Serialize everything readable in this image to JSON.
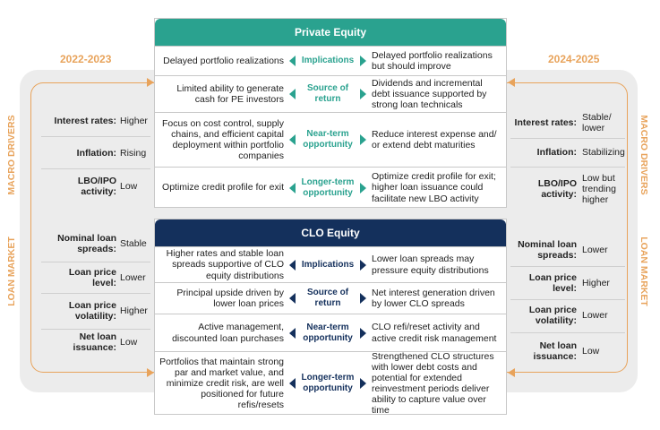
{
  "periods": {
    "left": "2022-2023",
    "right": "2024-2025"
  },
  "side_labels": {
    "macro": "MACRO DRIVERS",
    "loan": "LOAN MARKET"
  },
  "left_drivers": [
    {
      "label": "Interest rates:",
      "value": "Higher"
    },
    {
      "label": "Inflation:",
      "value": "Rising"
    },
    {
      "label": "LBO/IPO activity:",
      "value": "Low"
    },
    {
      "label": "Nominal loan spreads:",
      "value": "Stable"
    },
    {
      "label": "Loan price level:",
      "value": "Lower"
    },
    {
      "label": "Loan price volatility:",
      "value": "Higher"
    },
    {
      "label": "Net loan issuance:",
      "value": "Low"
    }
  ],
  "right_drivers": [
    {
      "label": "Interest rates:",
      "value": "Stable/ lower"
    },
    {
      "label": "Inflation:",
      "value": "Stabilizing"
    },
    {
      "label": "LBO/IPO activity:",
      "value": "Low but trending higher"
    },
    {
      "label": "Nominal loan spreads:",
      "value": "Lower"
    },
    {
      "label": "Loan price level:",
      "value": "Higher"
    },
    {
      "label": "Loan price volatility:",
      "value": "Lower"
    },
    {
      "label": "Net loan issuance:",
      "value": "Low"
    }
  ],
  "private_equity": {
    "title": "Private Equity",
    "rows": [
      {
        "left": "Delayed portfolio realizations",
        "center": "Implications",
        "right": "Delayed portfolio realizations but should improve"
      },
      {
        "left": "Limited ability to generate cash for PE investors",
        "center": "Source of return",
        "right": "Dividends and incremental debt issuance supported by strong loan technicals"
      },
      {
        "left": "Focus on cost control, supply chains, and efficient capital deployment within portfolio companies",
        "center": "Near-term opportunity",
        "right": "Reduce interest expense and/ or extend debt maturities"
      },
      {
        "left": "Optimize credit profile for exit",
        "center": "Longer-term opportunity",
        "right": "Optimize credit profile for exit; higher loan issuance could facilitate new LBO activity"
      }
    ]
  },
  "clo_equity": {
    "title": "CLO Equity",
    "rows": [
      {
        "left": "Higher rates and stable loan spreads supportive of CLO equity distributions",
        "center": "Implications",
        "right": "Lower loan spreads may pressure equity distributions"
      },
      {
        "left": "Principal upside driven by lower loan prices",
        "center": "Source of return",
        "right": "Net interest generation driven by lower CLO spreads"
      },
      {
        "left": "Active management, discounted loan purchases",
        "center": "Near-term opportunity",
        "right": "CLO refi/reset activity and active credit risk management"
      },
      {
        "left": "Portfolios that maintain strong par and market value, and minimize credit risk, are well positioned for future refis/resets",
        "center": "Longer-term opportunity",
        "right": "Strengthened CLO structures with lower debt costs and potential for extended reinvestment periods deliver ability to capture value over time"
      }
    ]
  },
  "colors": {
    "pe_teal": "#2aa28f",
    "clo_navy": "#14305c",
    "accent_orange": "#e8a35b",
    "panel_gray": "#ececec"
  }
}
